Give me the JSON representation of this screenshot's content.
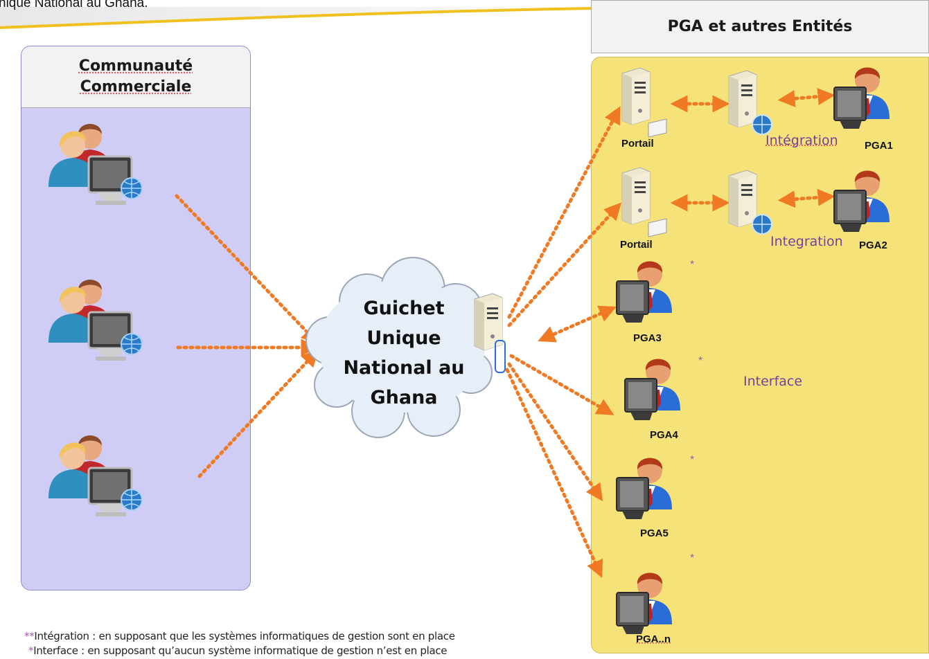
{
  "header": {
    "title": "nique National au Ghana."
  },
  "left_panel": {
    "title_line1": "Communauté",
    "title_line2": "Commerciale"
  },
  "right_panel": {
    "title": "PGA et autres Entités"
  },
  "center": {
    "line1": "Guichet",
    "line2": "Unique",
    "line3": "National au",
    "line4": "Ghana"
  },
  "nodes": {
    "portail_1": "Portail",
    "portail_2": "Portail",
    "integration_1": "Intégration",
    "integration_2": "Integration",
    "pga1": "PGA1",
    "pga2": "PGA2",
    "pga3": "PGA3",
    "pga4": "PGA4",
    "pga5": "PGA5",
    "pgan": "PGA..n",
    "interface": "Interface",
    "star": "*"
  },
  "footnotes": {
    "integration_marker": "**",
    "integration_text": "Intégration : en supposant que les systèmes informatiques de gestion sont en place",
    "interface_marker": "*",
    "interface_text": "Interface : en supposant qu’aucun système informatique de gestion n’est en place"
  },
  "colors": {
    "left_panel": "#cfcdf6",
    "right_panel": "#f5e37a",
    "arrow": "#f07a24",
    "purple_text": "#7a3d9a"
  }
}
